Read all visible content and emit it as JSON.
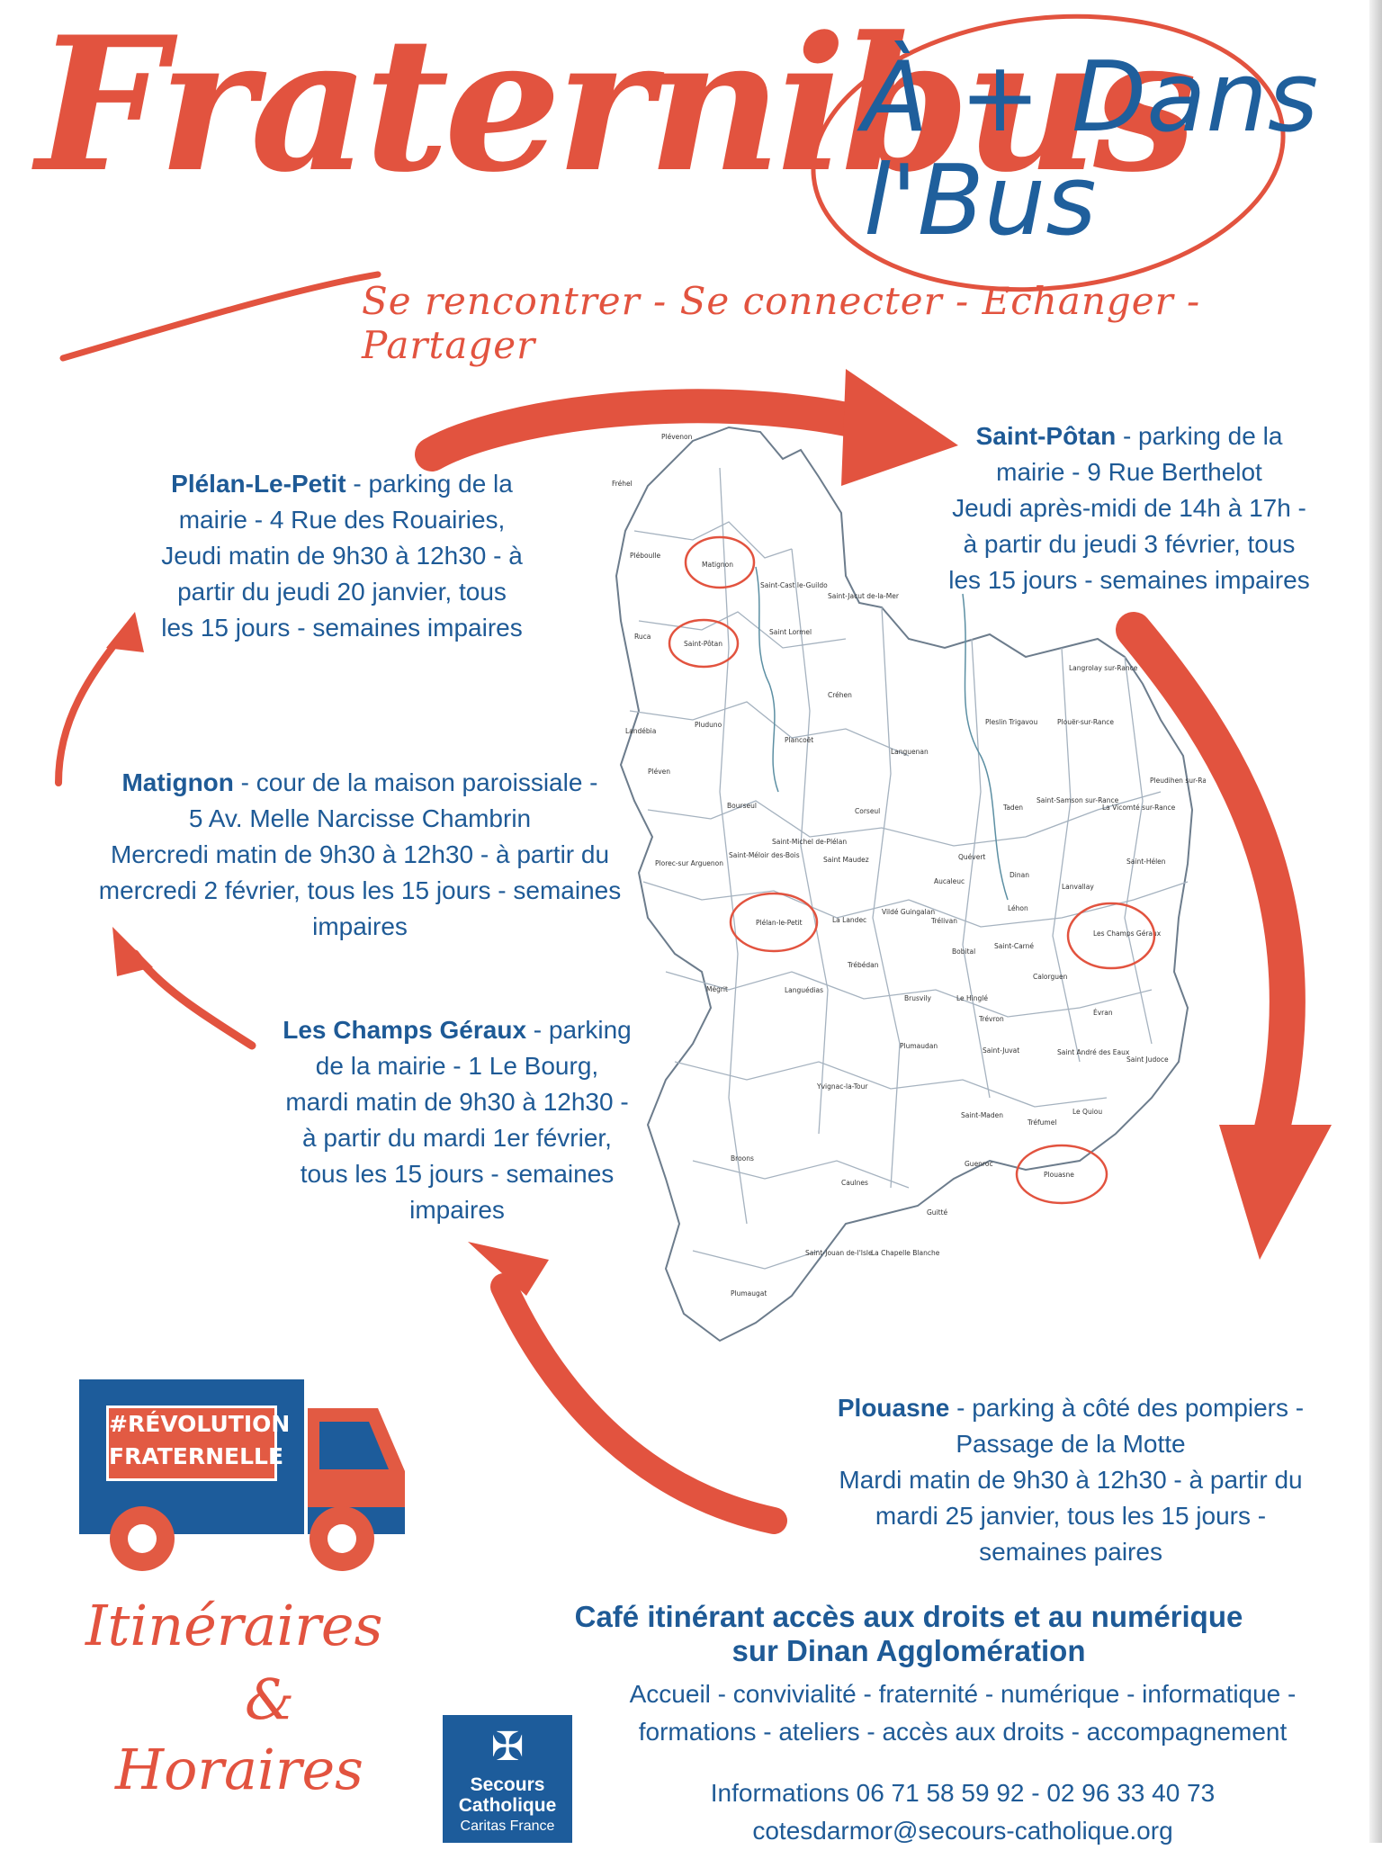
{
  "header": {
    "title": "Fraternibus",
    "badge_line1": "À + Dans",
    "badge_line2": "l'Bus",
    "tagline": "Se rencontrer - Se connecter - Echanger - Partager"
  },
  "stops": [
    {
      "name": "Saint-Pôtan",
      "details": [
        " - parking de la",
        "mairie - 9 Rue Berthelot",
        "Jeudi après-midi de 14h à 17h -",
        "à partir du jeudi 3 février, tous",
        "les 15 jours - semaines impaires"
      ]
    },
    {
      "name": "Plélan-Le-Petit",
      "details": [
        " - parking de la",
        "mairie - 4 Rue des Rouairies,",
        "Jeudi matin de 9h30 à 12h30 - à",
        "partir du jeudi 20 janvier, tous",
        "les 15 jours - semaines impaires"
      ]
    },
    {
      "name": "Matignon",
      "details": [
        " - cour de la maison paroissiale -",
        "5 Av. Melle Narcisse Chambrin",
        "Mercredi matin de 9h30 à 12h30 -  à partir du",
        "mercredi 2 février, tous les 15 jours - semaines",
        "impaires"
      ]
    },
    {
      "name": "Les Champs Géraux",
      "details": [
        " - parking",
        "de la mairie - 1 Le Bourg,",
        "mardi matin de 9h30 à 12h30 -",
        "à partir du mardi 1er février,",
        "tous les 15 jours - semaines",
        "impaires"
      ]
    },
    {
      "name": "Plouasne",
      "details": [
        " - parking à côté des pompiers -",
        "Passage de la Motte",
        "Mardi matin de 9h30 à 12h30 - à partir du",
        "mardi 25 janvier, tous les 15 jours -",
        "semaines paires"
      ]
    }
  ],
  "map_labels": [
    "Plévenon",
    "Fréhel",
    "Pléboulle",
    "Matignon",
    "Saint-Cast le-Guildo",
    "Saint-Jacut de-la-Mer",
    "Ruca",
    "Saint-Pôtan",
    "Saint Lormel",
    "Créhen",
    "Landébia",
    "Pluduno",
    "Plancoët",
    "Languenan",
    "Pléven",
    "Bourseul",
    "Corseul",
    "Taden",
    "Quévert",
    "Dinan",
    "Lanvallay",
    "Saint-Hélen",
    "Vildé Guingalan",
    "Trélivan",
    "Léhon",
    "Saint-Carné",
    "Les Champs Géraux",
    "Plélan-le-Petit",
    "La Landec",
    "Trébédan",
    "Mégrit",
    "Languédias",
    "Brusvily",
    "Le Hinglé",
    "Trévron",
    "Calorguen",
    "Évran",
    "Plumaudan",
    "Saint-Juvat",
    "Yvignac-la-Tour",
    "Saint-Maden",
    "Tréfumel",
    "Le Quiou",
    "Broons",
    "Caulnes",
    "Guenroc",
    "Plouasne",
    "Guitté",
    "Saint-Jouan de-l'Isle",
    "La Chapelle Blanche",
    "Plumaugat",
    "Aucaleuc",
    "Bobital",
    "Pleslin Trigavou",
    "Pleudihen sur-Rance",
    "Plouër-sur-Rance",
    "Langrolay sur-Rance",
    "Saint-Samson sur-Rance",
    "La Vicomté sur-Rance",
    "Saint-Michel de-Plélan",
    "Saint Maudez",
    "Saint-Méloir des-Bois",
    "Plorec-sur Arguenon",
    "Saint André des Eaux",
    "Saint Judoce"
  ],
  "truck": {
    "line1": "#RÉVOLUTION",
    "line2": "FRATERNELLE"
  },
  "footer": {
    "script_line1": "Itinéraires",
    "script_line2": "&",
    "script_line3": "Horaires",
    "cafe_line1": "Café itinérant accès aux droits et au numérique",
    "cafe_line2": "sur Dinan Agglomération",
    "services_line1": "Accueil - convivialité - fraternité - numérique - informatique -",
    "services_line2": "formations - ateliers - accès aux droits - accompagnement",
    "phone": "Informations 06 71 58 59 92 - 02 96 33 40 73",
    "email": "cotesdarmor@secours-catholique.org",
    "logo_line1": "Secours",
    "logo_line2": "Catholique",
    "logo_line3": "Caritas France"
  },
  "colors": {
    "red": "#e2533f",
    "blue": "#1e5a96"
  }
}
